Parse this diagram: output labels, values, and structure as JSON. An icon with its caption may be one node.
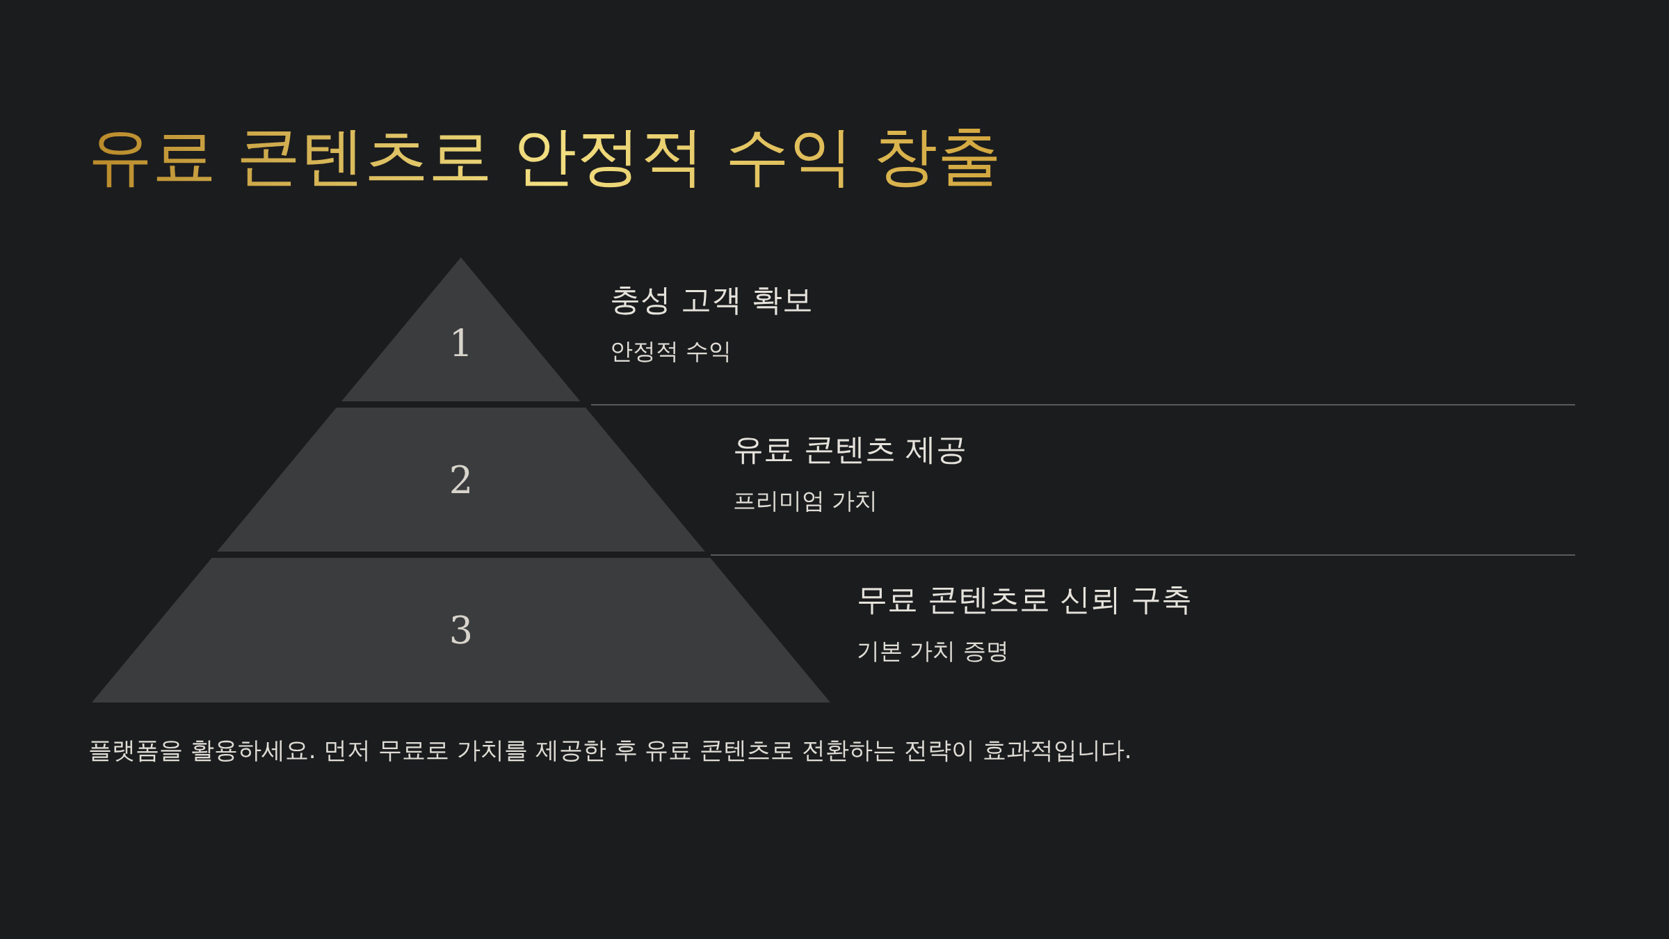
{
  "diagram": {
    "title": "유료 콘텐츠로 안정적 수익 창출",
    "nodes": [
      {
        "text": [
          "1"
        ],
        "beside": [
          "충성 고객 확보",
          "안정적 수익"
        ]
      },
      {
        "text": [
          "2"
        ],
        "beside": [
          "유료 콘텐츠 제공",
          "프리미엄 가치"
        ]
      },
      {
        "text": [
          "3"
        ],
        "beside": [
          "무료 콘텐츠로 신뢰 구축",
          "기본 가치 증명"
        ]
      }
    ],
    "labels": [
      "플랫폼을 활용하세요. 먼저 무료로 가치를 제공한 후 유료 콘텐츠로 전환하는 전략이 효과적입니다."
    ]
  }
}
